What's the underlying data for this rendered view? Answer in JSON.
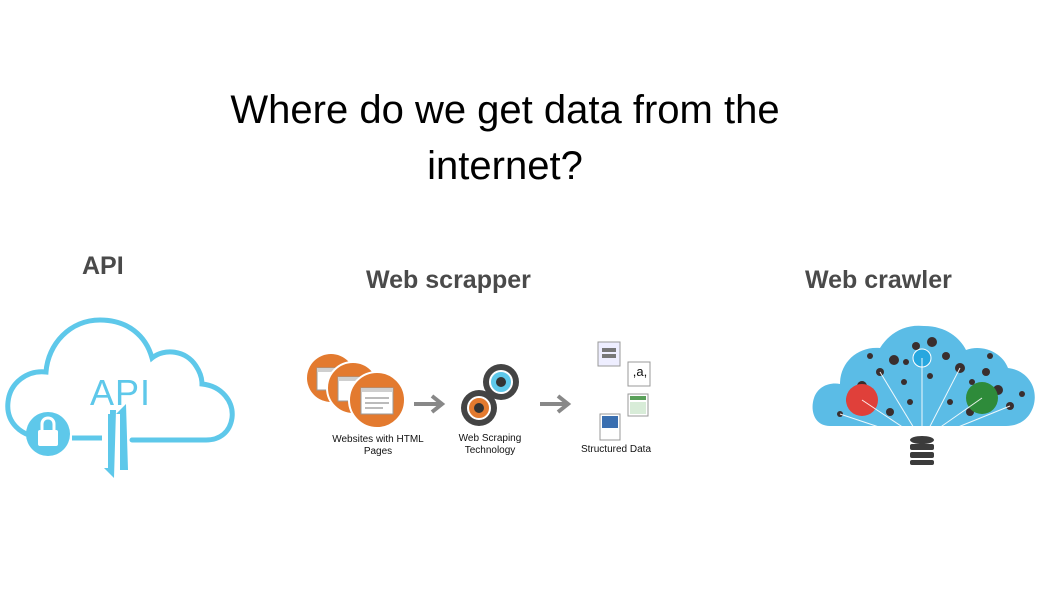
{
  "title": {
    "line1": "Where do we get data from the",
    "line2": "internet?"
  },
  "sections": {
    "api": {
      "label": "API",
      "cloud_text": "API"
    },
    "scraper": {
      "label": "Web scrapper",
      "step1": "Websites with HTML Pages",
      "step2": "Web Scraping Technology",
      "step3": "Structured Data",
      "glyph_a": ",a,"
    },
    "crawler": {
      "label": "Web crawler"
    }
  },
  "colors": {
    "api_blue": "#5ec8ea",
    "orange": "#e37a2f",
    "crawler_bg": "#5bbce6",
    "red_node": "#e0403a",
    "green_node": "#2e8b3a"
  }
}
